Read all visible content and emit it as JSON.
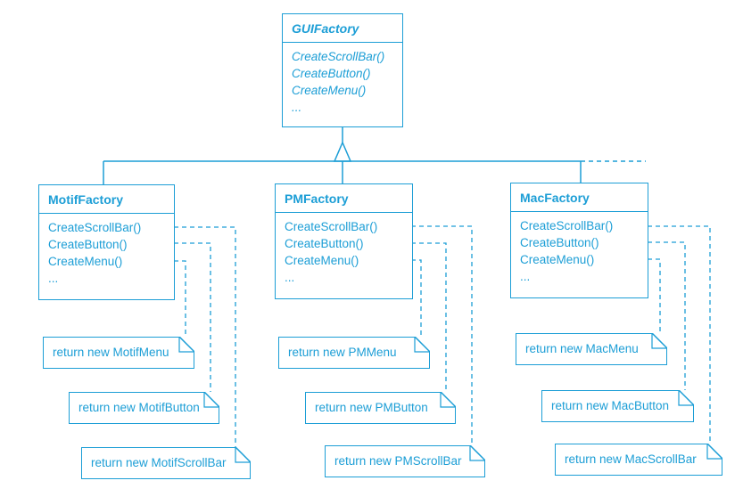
{
  "diagram": {
    "abstract_factory": {
      "name": "GUIFactory",
      "operations": [
        "CreateScrollBar()",
        "CreateButton()",
        "CreateMenu()",
        "..."
      ]
    },
    "concrete_factories": [
      {
        "name": "MotifFactory",
        "operations": [
          "CreateScrollBar()",
          "CreateButton()",
          "CreateMenu()",
          "..."
        ],
        "notes": {
          "menu": "return new MotifMenu",
          "button": "return new MotifButton",
          "scrollbar": "return new MotifScrollBar"
        }
      },
      {
        "name": "PMFactory",
        "operations": [
          "CreateScrollBar()",
          "CreateButton()",
          "CreateMenu()",
          "..."
        ],
        "notes": {
          "menu": "return new PMMenu",
          "button": "return new PMButton",
          "scrollbar": "return new PMScrollBar"
        }
      },
      {
        "name": "MacFactory",
        "operations": [
          "CreateScrollBar()",
          "CreateButton()",
          "CreateMenu()",
          "..."
        ],
        "notes": {
          "menu": "return new MacMenu",
          "button": "return new MacButton",
          "scrollbar": "return new MacScrollBar"
        }
      }
    ],
    "colors": {
      "ink": "#1c9ed6",
      "background": "#ffffff"
    }
  }
}
